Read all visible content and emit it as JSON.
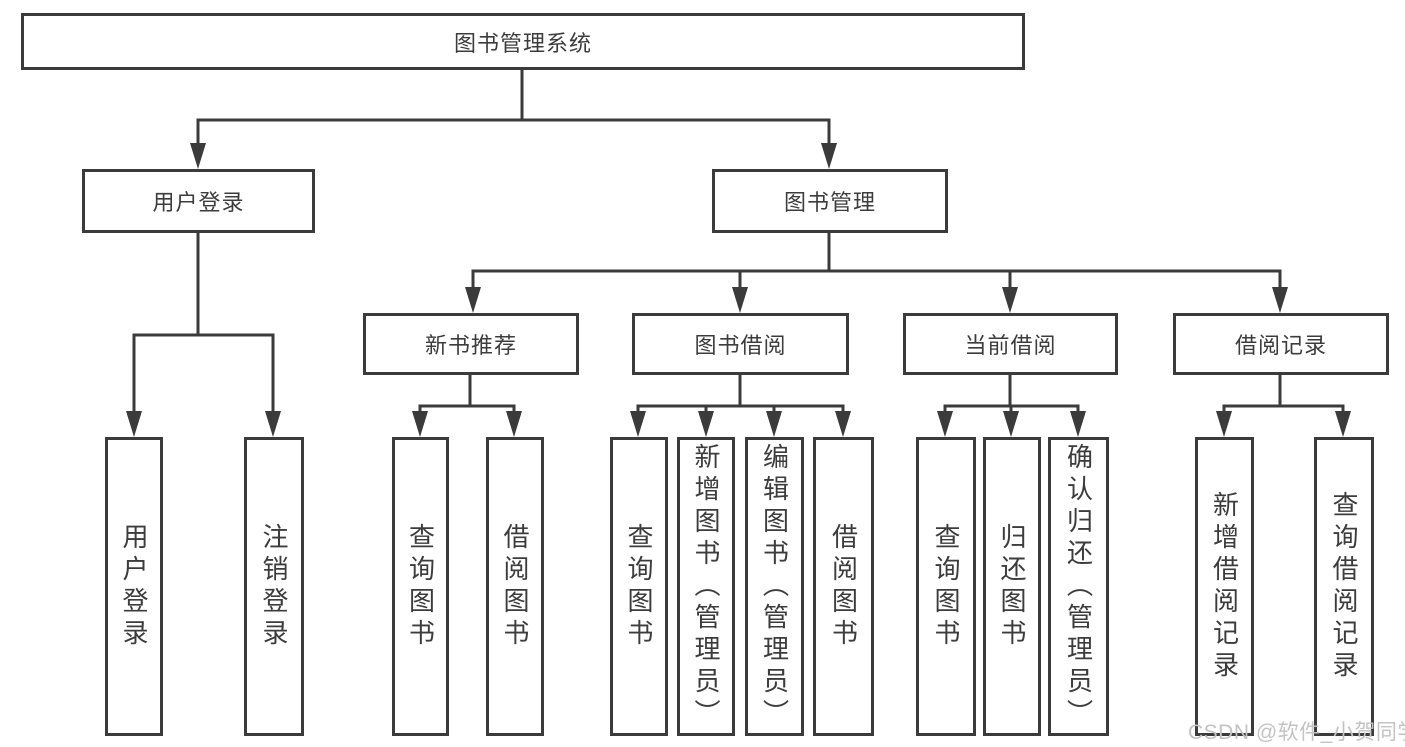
{
  "colors": {
    "line": "#3b3b3b",
    "text": "#3c3c3c",
    "watermark": "#c3c3c3",
    "background": "#ffffff"
  },
  "tree": {
    "root": "图书管理系统",
    "children": [
      {
        "label": "用户登录",
        "leaves": [
          "用户登录",
          "注销登录"
        ]
      },
      {
        "label": "图书管理",
        "children": [
          {
            "label": "新书推荐",
            "leaves": [
              "查询图书",
              "借阅图书"
            ]
          },
          {
            "label": "图书借阅",
            "leaves": [
              "查询图书",
              "新增图书（管理员）",
              "编辑图书（管理员）",
              "借阅图书"
            ]
          },
          {
            "label": "当前借阅",
            "leaves": [
              "查询图书",
              "归还图书",
              "确认归还（管理员）"
            ]
          },
          {
            "label": "借阅记录",
            "leaves": [
              "新增借阅记录",
              "查询借阅记录"
            ]
          }
        ]
      }
    ]
  },
  "watermark": "CSDN @软件_小贺同学"
}
